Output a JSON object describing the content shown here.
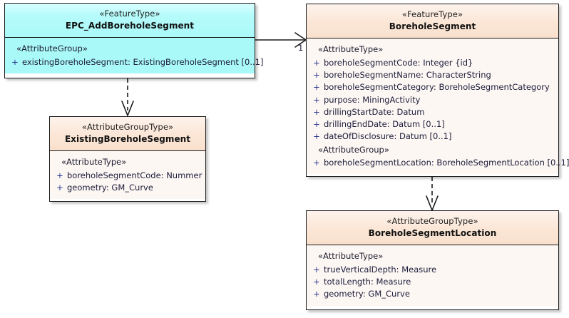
{
  "diagram": {
    "type": "uml-class-diagram",
    "background": "#ffffff",
    "classes": [
      {
        "id": "epc_add_borehole_segment",
        "stereotype": "«FeatureType»",
        "name": "EPC_AddBoreholeSegment",
        "fill": "#aaf9f9",
        "compartments": [
          {
            "group_stereotype": "«AttributeGroup»",
            "attributes": [
              {
                "visibility": "+",
                "signature": "existingBoreholeSegment: ExistingBoreholeSegment [0..1]"
              }
            ]
          }
        ]
      },
      {
        "id": "borehole_segment",
        "stereotype": "«FeatureType»",
        "name": "BoreholeSegment",
        "fill": "#fdf7f3",
        "compartments": [
          {
            "group_stereotype": "«AttributeType»",
            "attributes": [
              {
                "visibility": "+",
                "signature": "boreholeSegmentCode: Integer {id}"
              },
              {
                "visibility": "+",
                "signature": "boreholeSegmentName: CharacterString"
              },
              {
                "visibility": "+",
                "signature": "boreholeSegmentCategory: BoreholeSegmentCategory"
              },
              {
                "visibility": "+",
                "signature": "purpose: MiningActivity"
              },
              {
                "visibility": "+",
                "signature": "drillingStartDate: Datum"
              },
              {
                "visibility": "+",
                "signature": "drillingEndDate: Datum [0..1]"
              },
              {
                "visibility": "+",
                "signature": "dateOfDisclosure: Datum [0..1]"
              }
            ]
          },
          {
            "group_stereotype": "«AttributeGroup»",
            "attributes": [
              {
                "visibility": "+",
                "signature": "boreholeSegmentLocation: BoreholeSegmentLocation [0..1]"
              }
            ]
          }
        ]
      },
      {
        "id": "existing_borehole_segment",
        "stereotype": "«AttributeGroupType»",
        "name": "ExistingBoreholeSegment",
        "fill": "#fdf7f3",
        "compartments": [
          {
            "group_stereotype": "«AttributeType»",
            "attributes": [
              {
                "visibility": "+",
                "signature": "boreholeSegmentCode: Nummer"
              },
              {
                "visibility": "+",
                "signature": "geometry: GM_Curve"
              }
            ]
          }
        ]
      },
      {
        "id": "borehole_segment_location",
        "stereotype": "«AttributeGroupType»",
        "name": "BoreholeSegmentLocation",
        "fill": "#fdf7f3",
        "compartments": [
          {
            "group_stereotype": "«AttributeType»",
            "attributes": [
              {
                "visibility": "+",
                "signature": "trueVerticalDepth: Measure"
              },
              {
                "visibility": "+",
                "signature": "totalLength: Measure"
              },
              {
                "visibility": "+",
                "signature": "geometry: GM_Curve"
              }
            ]
          }
        ]
      }
    ],
    "connectors": [
      {
        "id": "assoc-epc-to-boreholesegment",
        "kind": "association",
        "line": "solid",
        "arrowhead": "open",
        "from": "epc_add_borehole_segment",
        "to": "borehole_segment",
        "target_multiplicity": "1"
      },
      {
        "id": "dep-epc-to-existing",
        "kind": "dependency",
        "line": "dashed",
        "arrowhead": "open",
        "from": "epc_add_borehole_segment",
        "to": "existing_borehole_segment",
        "target_multiplicity": ""
      },
      {
        "id": "dep-boreholesegment-to-location",
        "kind": "dependency",
        "line": "dashed",
        "arrowhead": "open",
        "from": "borehole_segment",
        "to": "borehole_segment_location",
        "target_multiplicity": ""
      }
    ]
  },
  "colors": {
    "feature_type_fill": "#aaf9f9",
    "attribute_group_fill": "#fdf7f3",
    "header_peach": "#fbe6d6",
    "border": "#1a1a1a",
    "text": "#1b1b3a",
    "visibility": "#2b3a8f"
  }
}
